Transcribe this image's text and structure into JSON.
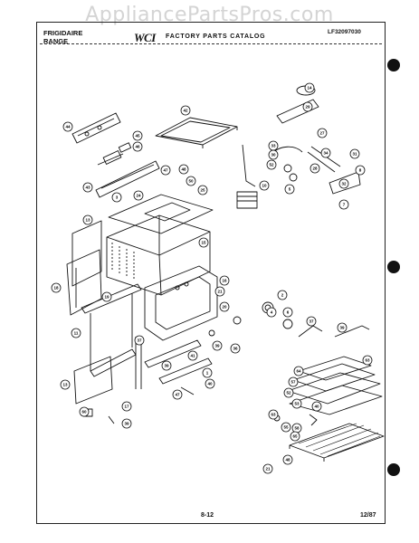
{
  "watermark": "AppliancePartsPros.com",
  "header": {
    "brand_line1": "FRIGIDAIRE",
    "brand_line2": "RANGE",
    "logo": "WCI",
    "catalog_title": "FACTORY PARTS CATALOG",
    "model_code": "LF32097030"
  },
  "footer": {
    "page_number": "8-12",
    "date": "12/87"
  },
  "callouts": [
    "44",
    "42",
    "45",
    "46",
    "43",
    "47",
    "48",
    "50",
    "3",
    "25",
    "24",
    "13",
    "15",
    "16",
    "21",
    "20",
    "19",
    "11",
    "41",
    "1",
    "47",
    "37",
    "36",
    "39",
    "39",
    "18",
    "13",
    "17",
    "60",
    "39",
    "40",
    "63",
    "21",
    "14",
    "29",
    "33",
    "27",
    "34",
    "30",
    "52",
    "31",
    "28",
    "5",
    "32",
    "10",
    "8",
    "7",
    "2",
    "4",
    "6",
    "37",
    "39",
    "63",
    "64",
    "57",
    "52",
    "53",
    "55",
    "58",
    "65",
    "40",
    "48"
  ],
  "icons": {
    "binder_holes": "binder-hole-icon"
  }
}
